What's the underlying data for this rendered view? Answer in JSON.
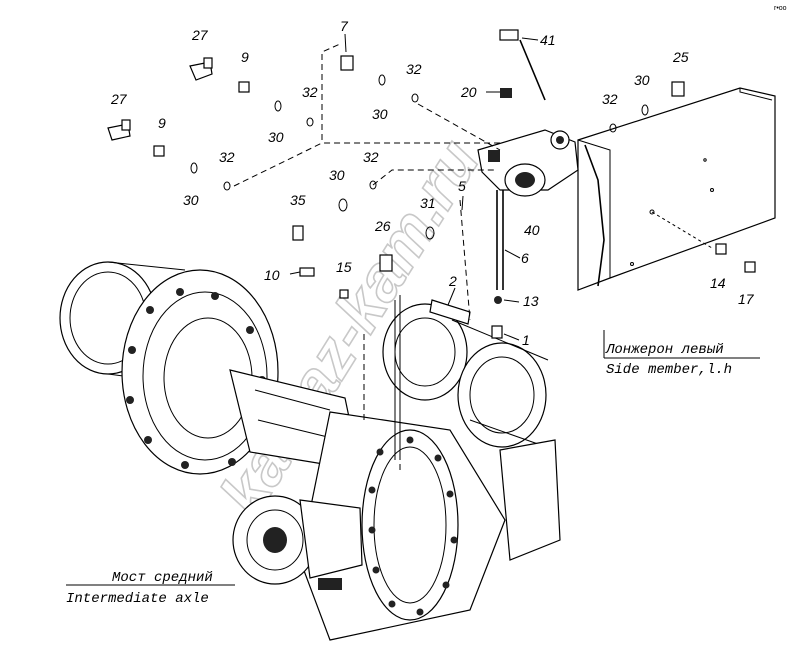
{
  "callouts": [
    {
      "id": "1",
      "text": "1"
    },
    {
      "id": "2",
      "text": "2"
    },
    {
      "id": "5",
      "text": "5"
    },
    {
      "id": "6",
      "text": "6"
    },
    {
      "id": "7",
      "text": "7"
    },
    {
      "id": "9a",
      "text": "9"
    },
    {
      "id": "9b",
      "text": "9"
    },
    {
      "id": "10",
      "text": "10"
    },
    {
      "id": "13",
      "text": "13"
    },
    {
      "id": "14",
      "text": "14"
    },
    {
      "id": "15",
      "text": "15"
    },
    {
      "id": "17",
      "text": "17"
    },
    {
      "id": "20",
      "text": "20"
    },
    {
      "id": "25",
      "text": "25"
    },
    {
      "id": "26",
      "text": "26"
    },
    {
      "id": "27a",
      "text": "27"
    },
    {
      "id": "27b",
      "text": "27"
    },
    {
      "id": "30a",
      "text": "30"
    },
    {
      "id": "30b",
      "text": "30"
    },
    {
      "id": "30c",
      "text": "30"
    },
    {
      "id": "30d",
      "text": "30"
    },
    {
      "id": "30e",
      "text": "30"
    },
    {
      "id": "31",
      "text": "31"
    },
    {
      "id": "32a",
      "text": "32"
    },
    {
      "id": "32b",
      "text": "32"
    },
    {
      "id": "32c",
      "text": "32"
    },
    {
      "id": "32d",
      "text": "32"
    },
    {
      "id": "32e",
      "text": "32"
    },
    {
      "id": "35",
      "text": "35"
    },
    {
      "id": "40",
      "text": "40"
    },
    {
      "id": "41",
      "text": "41"
    }
  ],
  "captions": {
    "side_member_ru": "Лонжерон левый",
    "side_member_en": "Side member,l.h",
    "axle_ru": "Мост средний",
    "axle_en": "Intermediate axle"
  },
  "corner_mark": "r•oo",
  "watermark": "kamaz-kam.ru"
}
